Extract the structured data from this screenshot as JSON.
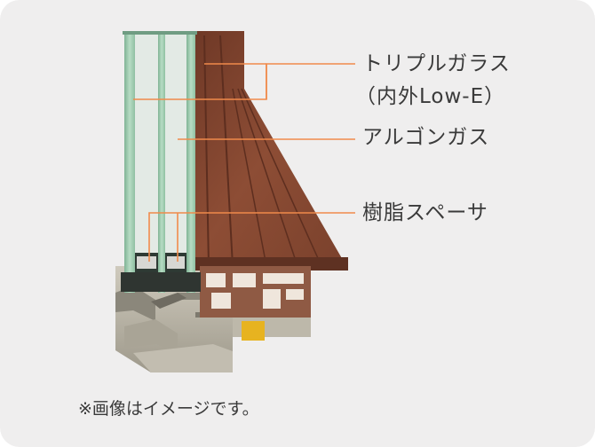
{
  "callouts": {
    "triple_glass": "トリプルガラス",
    "triple_glass_sub": "（内外Low-E）",
    "argon_gas": "アルゴンガス",
    "resin_spacer": "樹脂スペーサ"
  },
  "colors": {
    "panel_bg": "#efeeee",
    "leader_line": "#f08a4b",
    "glass": "#9cc9ac",
    "wood": "#8a4a32",
    "aluminum": "#b3aea0",
    "spacer_yellow": "#e7b320"
  },
  "footnote": "※画像はイメージです。"
}
